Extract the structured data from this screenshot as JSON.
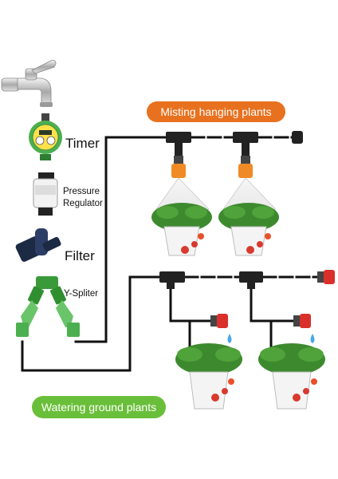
{
  "labels": {
    "timer": "Timer",
    "pressure_line1": "Pressure",
    "pressure_line2": "Regulator",
    "filter": "Filter",
    "splitter": "Y-Spliter"
  },
  "banners": {
    "misting": "Misting hanging plants",
    "watering": "Watering ground plants"
  },
  "colors": {
    "misting_banner": "#e8711f",
    "watering_banner": "#6abf3a",
    "pipe": "#111111",
    "nozzle": "#f08a24",
    "dripper": "#d9302c",
    "fitting_green": "#4caf50"
  }
}
